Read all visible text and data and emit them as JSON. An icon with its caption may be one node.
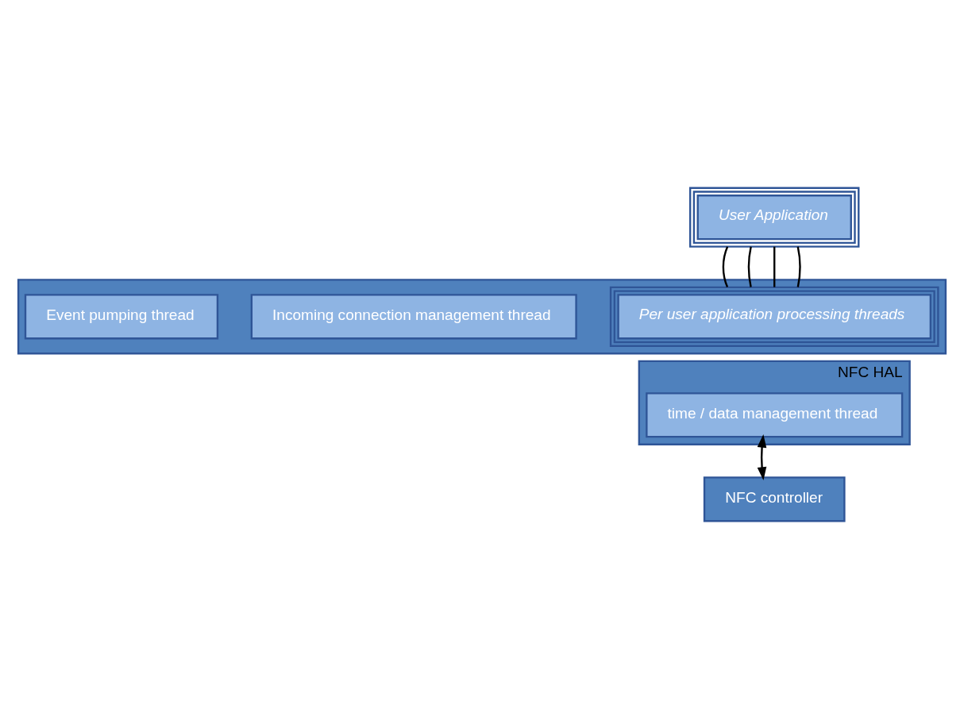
{
  "diagram": {
    "nodes": [
      {
        "text": [
          "User Application"
        ]
      },
      {
        "text": [],
        "shape": "box"
      },
      {
        "text": [
          "Per user application processing threads"
        ],
        "in": 1
      },
      {
        "text": [
          "Incoming connection management thread"
        ],
        "in": 1
      },
      {
        "text": [
          "Event pumping thread"
        ],
        "in": 1
      },
      {
        "text": [
          "NFC HAL"
        ]
      },
      {
        "text": [
          "time / data management thread"
        ],
        "in": 5
      },
      {
        "text": [
          "NFC controller"
        ]
      }
    ],
    "edges": [
      {
        "from": 0,
        "to": 2,
        "arrow": "none"
      },
      {
        "from": 0,
        "to": 2,
        "arrow": "none"
      },
      {
        "from": 0,
        "to": 2,
        "arrow": "none"
      },
      {
        "from": 0,
        "to": 2,
        "arrow": "none"
      },
      {
        "from": 6,
        "to": 7,
        "arrow": "both"
      }
    ]
  }
}
